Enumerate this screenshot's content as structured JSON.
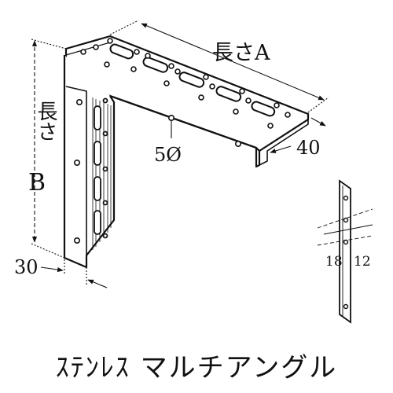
{
  "labels": {
    "length_a": "長さA",
    "length_b_prefix": "長さ",
    "length_b_letter": "B",
    "hole_diameter": "5Ø",
    "flange_width": "40",
    "leg_width": "30",
    "pitch_left": "18",
    "pitch_right": "12"
  },
  "caption": "ｽﾃﾝﾚｽ マルチアングル",
  "colors": {
    "ink": "#111111",
    "paper": "#ffffff"
  }
}
